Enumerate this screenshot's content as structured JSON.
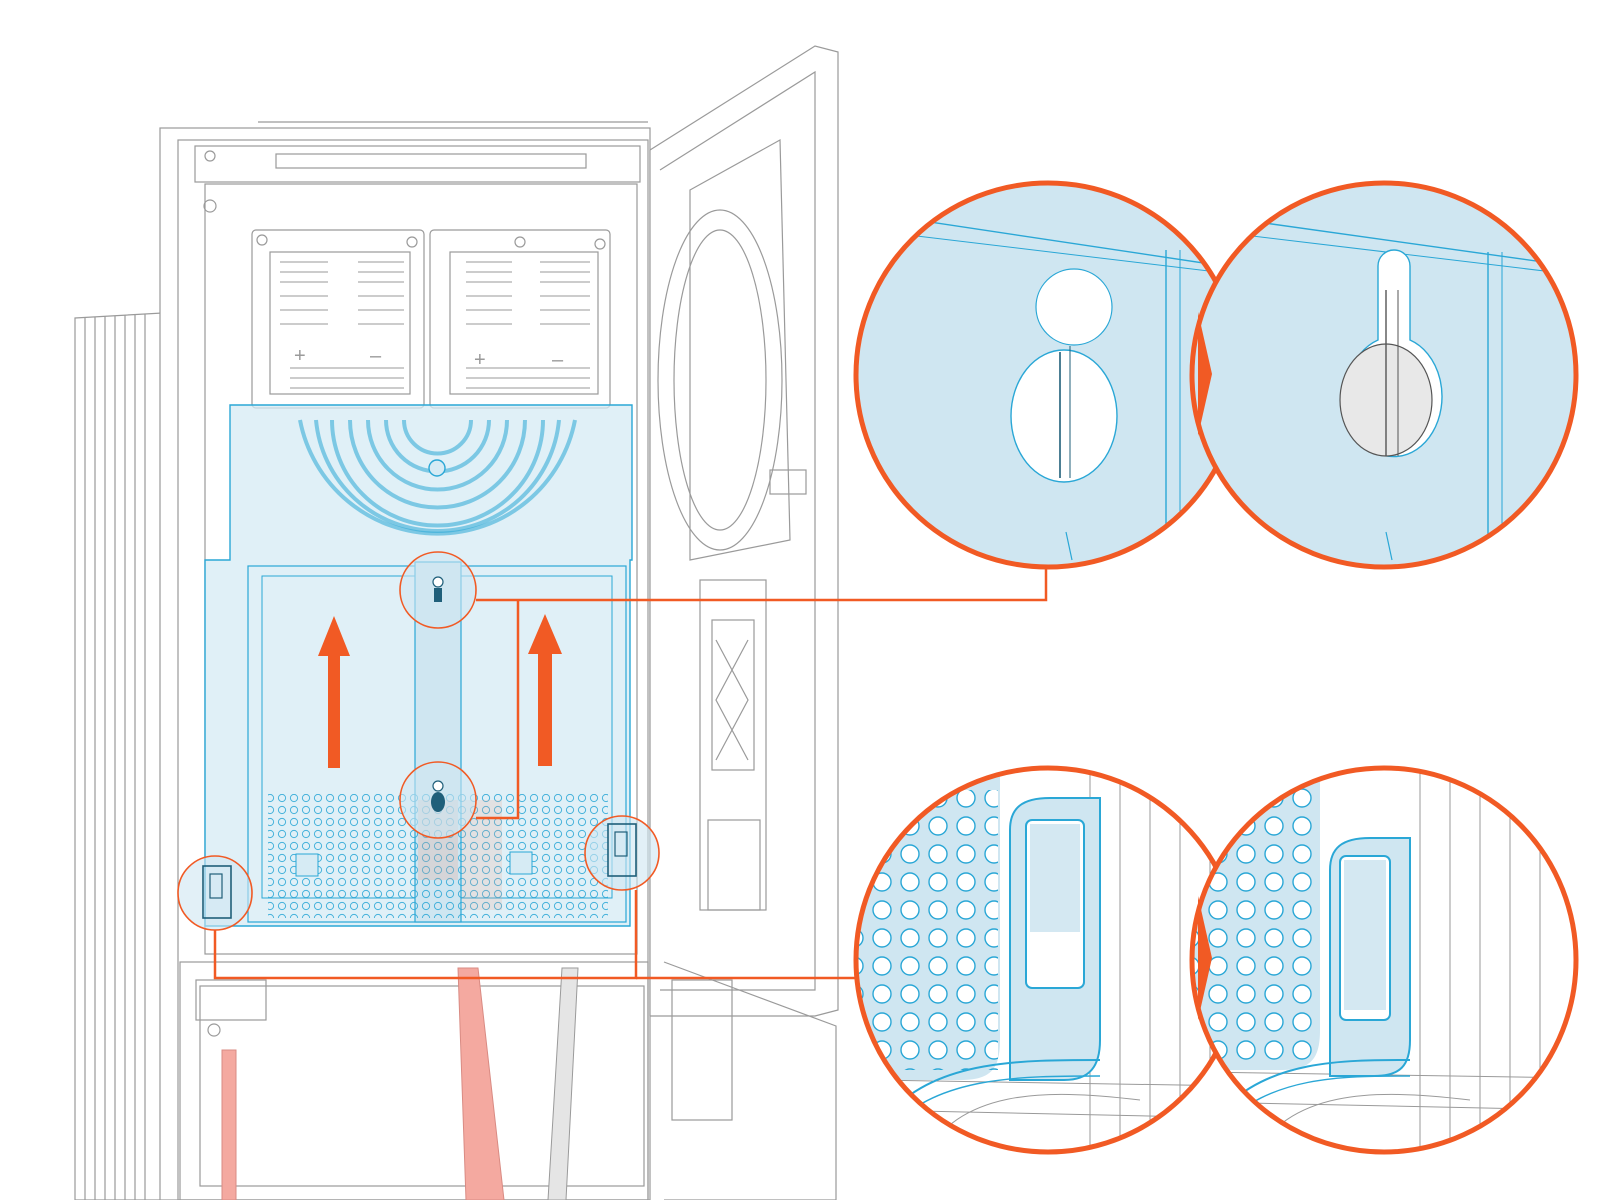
{
  "figure": {
    "panel_markings": [
      "+",
      "–",
      "+",
      "–"
    ]
  },
  "callouts": [
    {
      "id": "keyhole-top",
      "step": "before"
    },
    {
      "id": "keyhole-top",
      "step": "after"
    },
    {
      "id": "latch-bottom",
      "step": "before"
    },
    {
      "id": "latch-bottom",
      "step": "after"
    }
  ],
  "colors": {
    "accent": "#f15a24",
    "panel_fill": "#cfe6f1",
    "panel_stroke": "#2aa7d6",
    "line_art": "#9a9a9a",
    "background": "#ffffff",
    "cable_red": "#f4a9a0"
  },
  "icons": [
    "up-arrow-icon",
    "up-arrow-icon",
    "right-chevron-icon",
    "right-chevron-icon"
  ]
}
